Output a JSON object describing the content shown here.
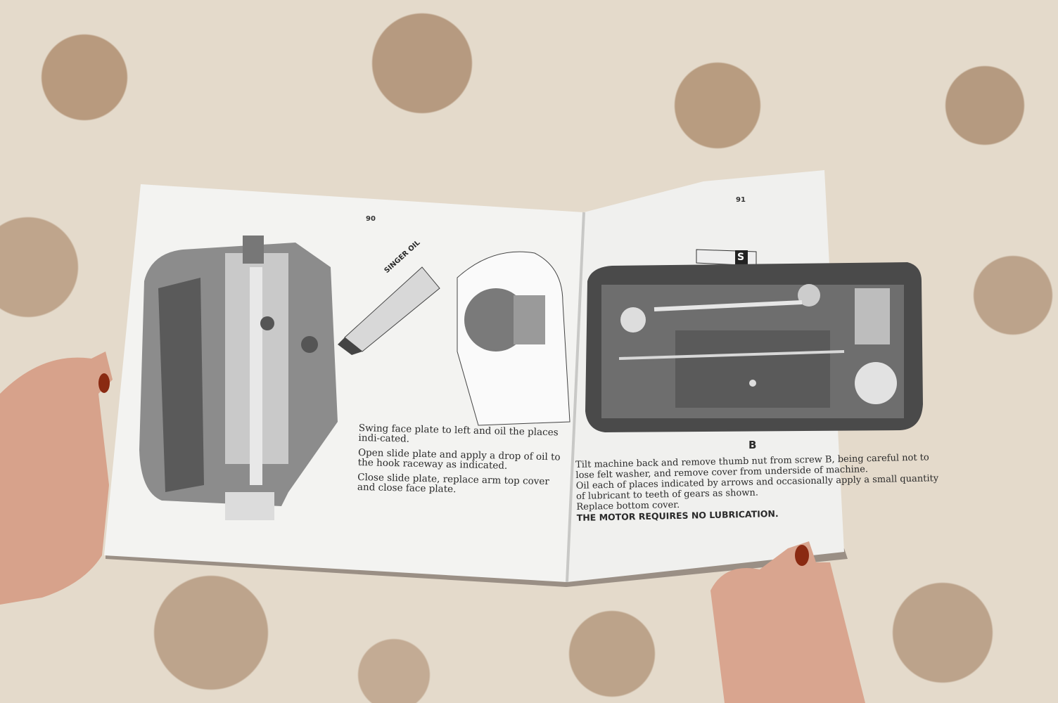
{
  "scene": {
    "description_colors": {
      "tablecloth": "#e4dacb",
      "pattern": "#b89a7e",
      "paper": "#f4f4f2",
      "skin": "#d9a58f",
      "nail_polish": "#8a2a12"
    }
  },
  "left_page": {
    "page_number": "90",
    "oil_tube_label": "SINGER OIL",
    "paragraphs": [
      "Swing face plate to left and oil the places indi-cated.",
      "Open slide plate and apply a drop of oil to the hook raceway as indicated.",
      "Close slide plate, replace arm top cover and close face plate."
    ]
  },
  "right_page": {
    "page_number": "91",
    "oil_tube_label": "S",
    "screw_label": "B",
    "paragraphs": [
      "Tilt machine back and remove thumb nut from screw B, being careful not to",
      "lose felt washer, and remove cover from underside of machine.",
      "Oil each of places indicated by arrows and occasionally apply a small quantity",
      "of lubricant to teeth of gears as shown.",
      "Replace bottom cover."
    ],
    "warning": "THE MOTOR REQUIRES NO LUBRICATION."
  }
}
